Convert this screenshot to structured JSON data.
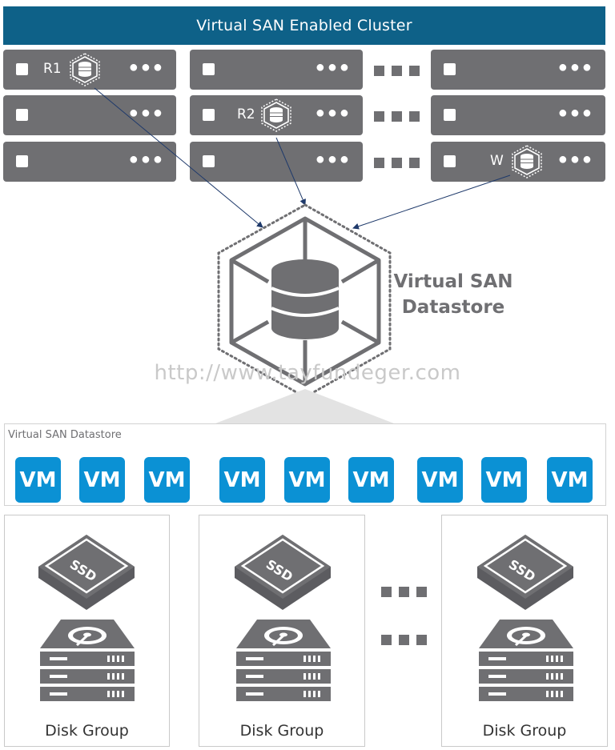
{
  "cluster": {
    "title": "Virtual SAN Enabled Cluster",
    "replica_labels": [
      "R1",
      "R2",
      "W"
    ]
  },
  "datastore": {
    "title_line1": "Virtual SAN",
    "title_line2": "Datastore",
    "box_label": "Virtual SAN Datastore",
    "vm_label": "VM",
    "vm_count": 9
  },
  "watermark": "http://www.tayfundeger.com",
  "disk_groups": [
    {
      "label": "Disk Group",
      "ssd_label": "SSD"
    },
    {
      "label": "Disk Group",
      "ssd_label": "SSD"
    },
    {
      "label": "Disk Group",
      "ssd_label": "SSD"
    }
  ],
  "colors": {
    "banner": "#0e6188",
    "server": "#6f6f72",
    "vm": "#0b91d4",
    "connector": "#1f3a6b"
  },
  "icons": [
    "datastore-hex-icon",
    "ssd-icon",
    "hdd-icon"
  ]
}
